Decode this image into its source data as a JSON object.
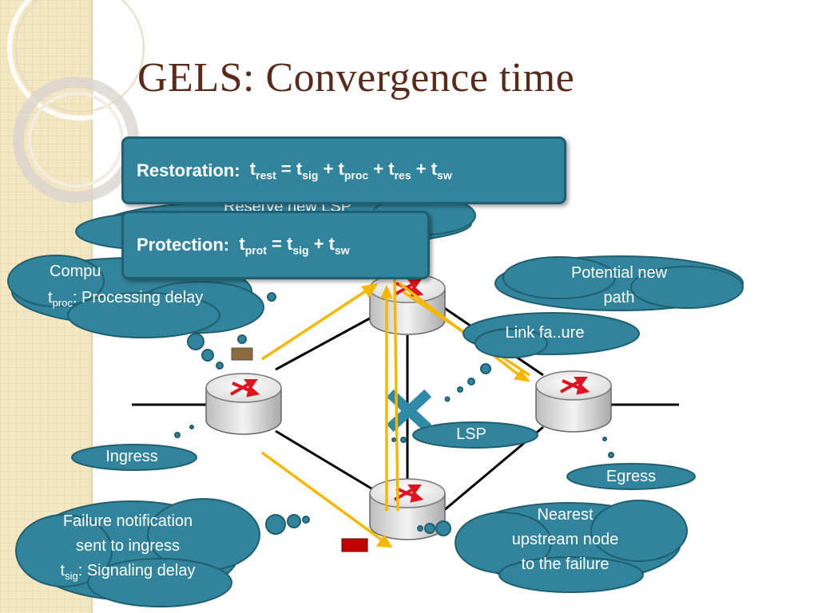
{
  "slide": {
    "title": "GELS: Convergence time"
  },
  "formulas": {
    "restoration": {
      "label": "Restoration:",
      "lhs": "t",
      "lhs_sub": "rest",
      "terms": [
        {
          "t": "t",
          "sub": "sig"
        },
        {
          "t": "t",
          "sub": "proc"
        },
        {
          "t": "t",
          "sub": "res"
        },
        {
          "t": "t",
          "sub": "sw"
        }
      ]
    },
    "protection": {
      "label": "Protection:",
      "lhs": "t",
      "lhs_sub": "prot",
      "terms": [
        {
          "t": "t",
          "sub": "sig"
        },
        {
          "t": "t",
          "sub": "sw"
        }
      ]
    }
  },
  "callouts": {
    "reserve_partial": "Reserve new LSP",
    "compute_partial": "Compu",
    "processing_delay": "Processing delay",
    "proc_sub": "proc",
    "potential_line1": "Potential new",
    "potential_line2": "path",
    "link_failure": "Link fa..ure",
    "lsp": "LSP",
    "ingress": "Ingress",
    "egress": "Egress",
    "failure_line1": "Failure notification",
    "failure_line2": "sent to ingress",
    "signaling_delay": "Signaling delay",
    "sig_sub": "sig",
    "nearest_line1": "Nearest",
    "nearest_line2": "upstream node",
    "nearest_line3": "to the failure"
  },
  "colors": {
    "cloud_fill": "#31849b",
    "cloud_stroke": "#1f5f70",
    "arrow": "#f5b800",
    "failure_mark": "#2e8aa6",
    "title": "#5a2a1a",
    "router_arrow": "#e0141e",
    "packet_brown": "#8b6a3e",
    "packet_red": "#c00000"
  },
  "icons": {
    "router": "router-icon",
    "failure": "x-mark-icon",
    "packet": "packet-icon"
  }
}
